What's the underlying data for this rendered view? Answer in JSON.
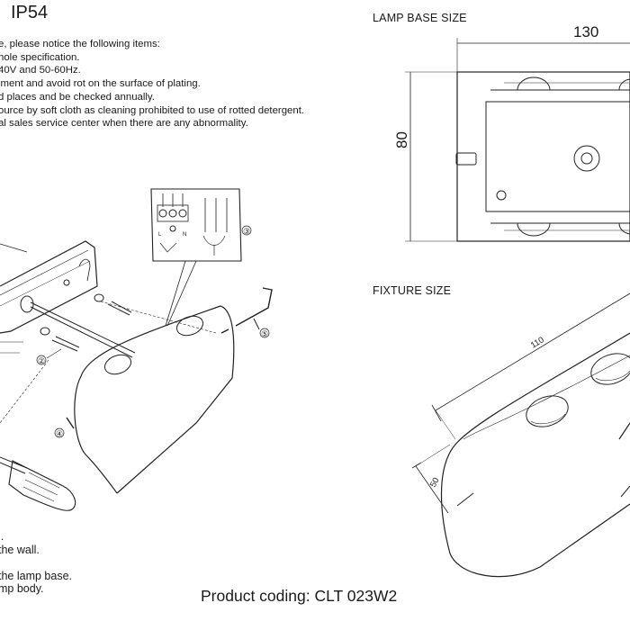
{
  "header": {
    "ip_rating": "IP54"
  },
  "notes": [
    "e, please notice the following items:",
    "hole specification.",
    "40V and 50-60Hz.",
    "lment and avoid rot on the surface of plating.",
    "d places and be checked annually.",
    "ource by soft cloth as cleaning prohibited to use of rotted detergent.",
    "al sales service center when there are any abnormality."
  ],
  "steps": [
    "l.",
    " the wall.",
    "",
    " the lamp base.",
    "mp body."
  ],
  "base_drawing": {
    "title": "LAMP BASE SIZE",
    "width": "130",
    "height": "80"
  },
  "fixture_drawing": {
    "title": "FIXTURE SIZE",
    "length": "110",
    "height": "50"
  },
  "callouts": {
    "c2": "②",
    "c3": "③",
    "c4": "④",
    "c5": "⑤"
  },
  "terminal_marks": {
    "l": "L",
    "n": "N"
  },
  "product": {
    "coding": "Product coding: CLT 023W2"
  }
}
